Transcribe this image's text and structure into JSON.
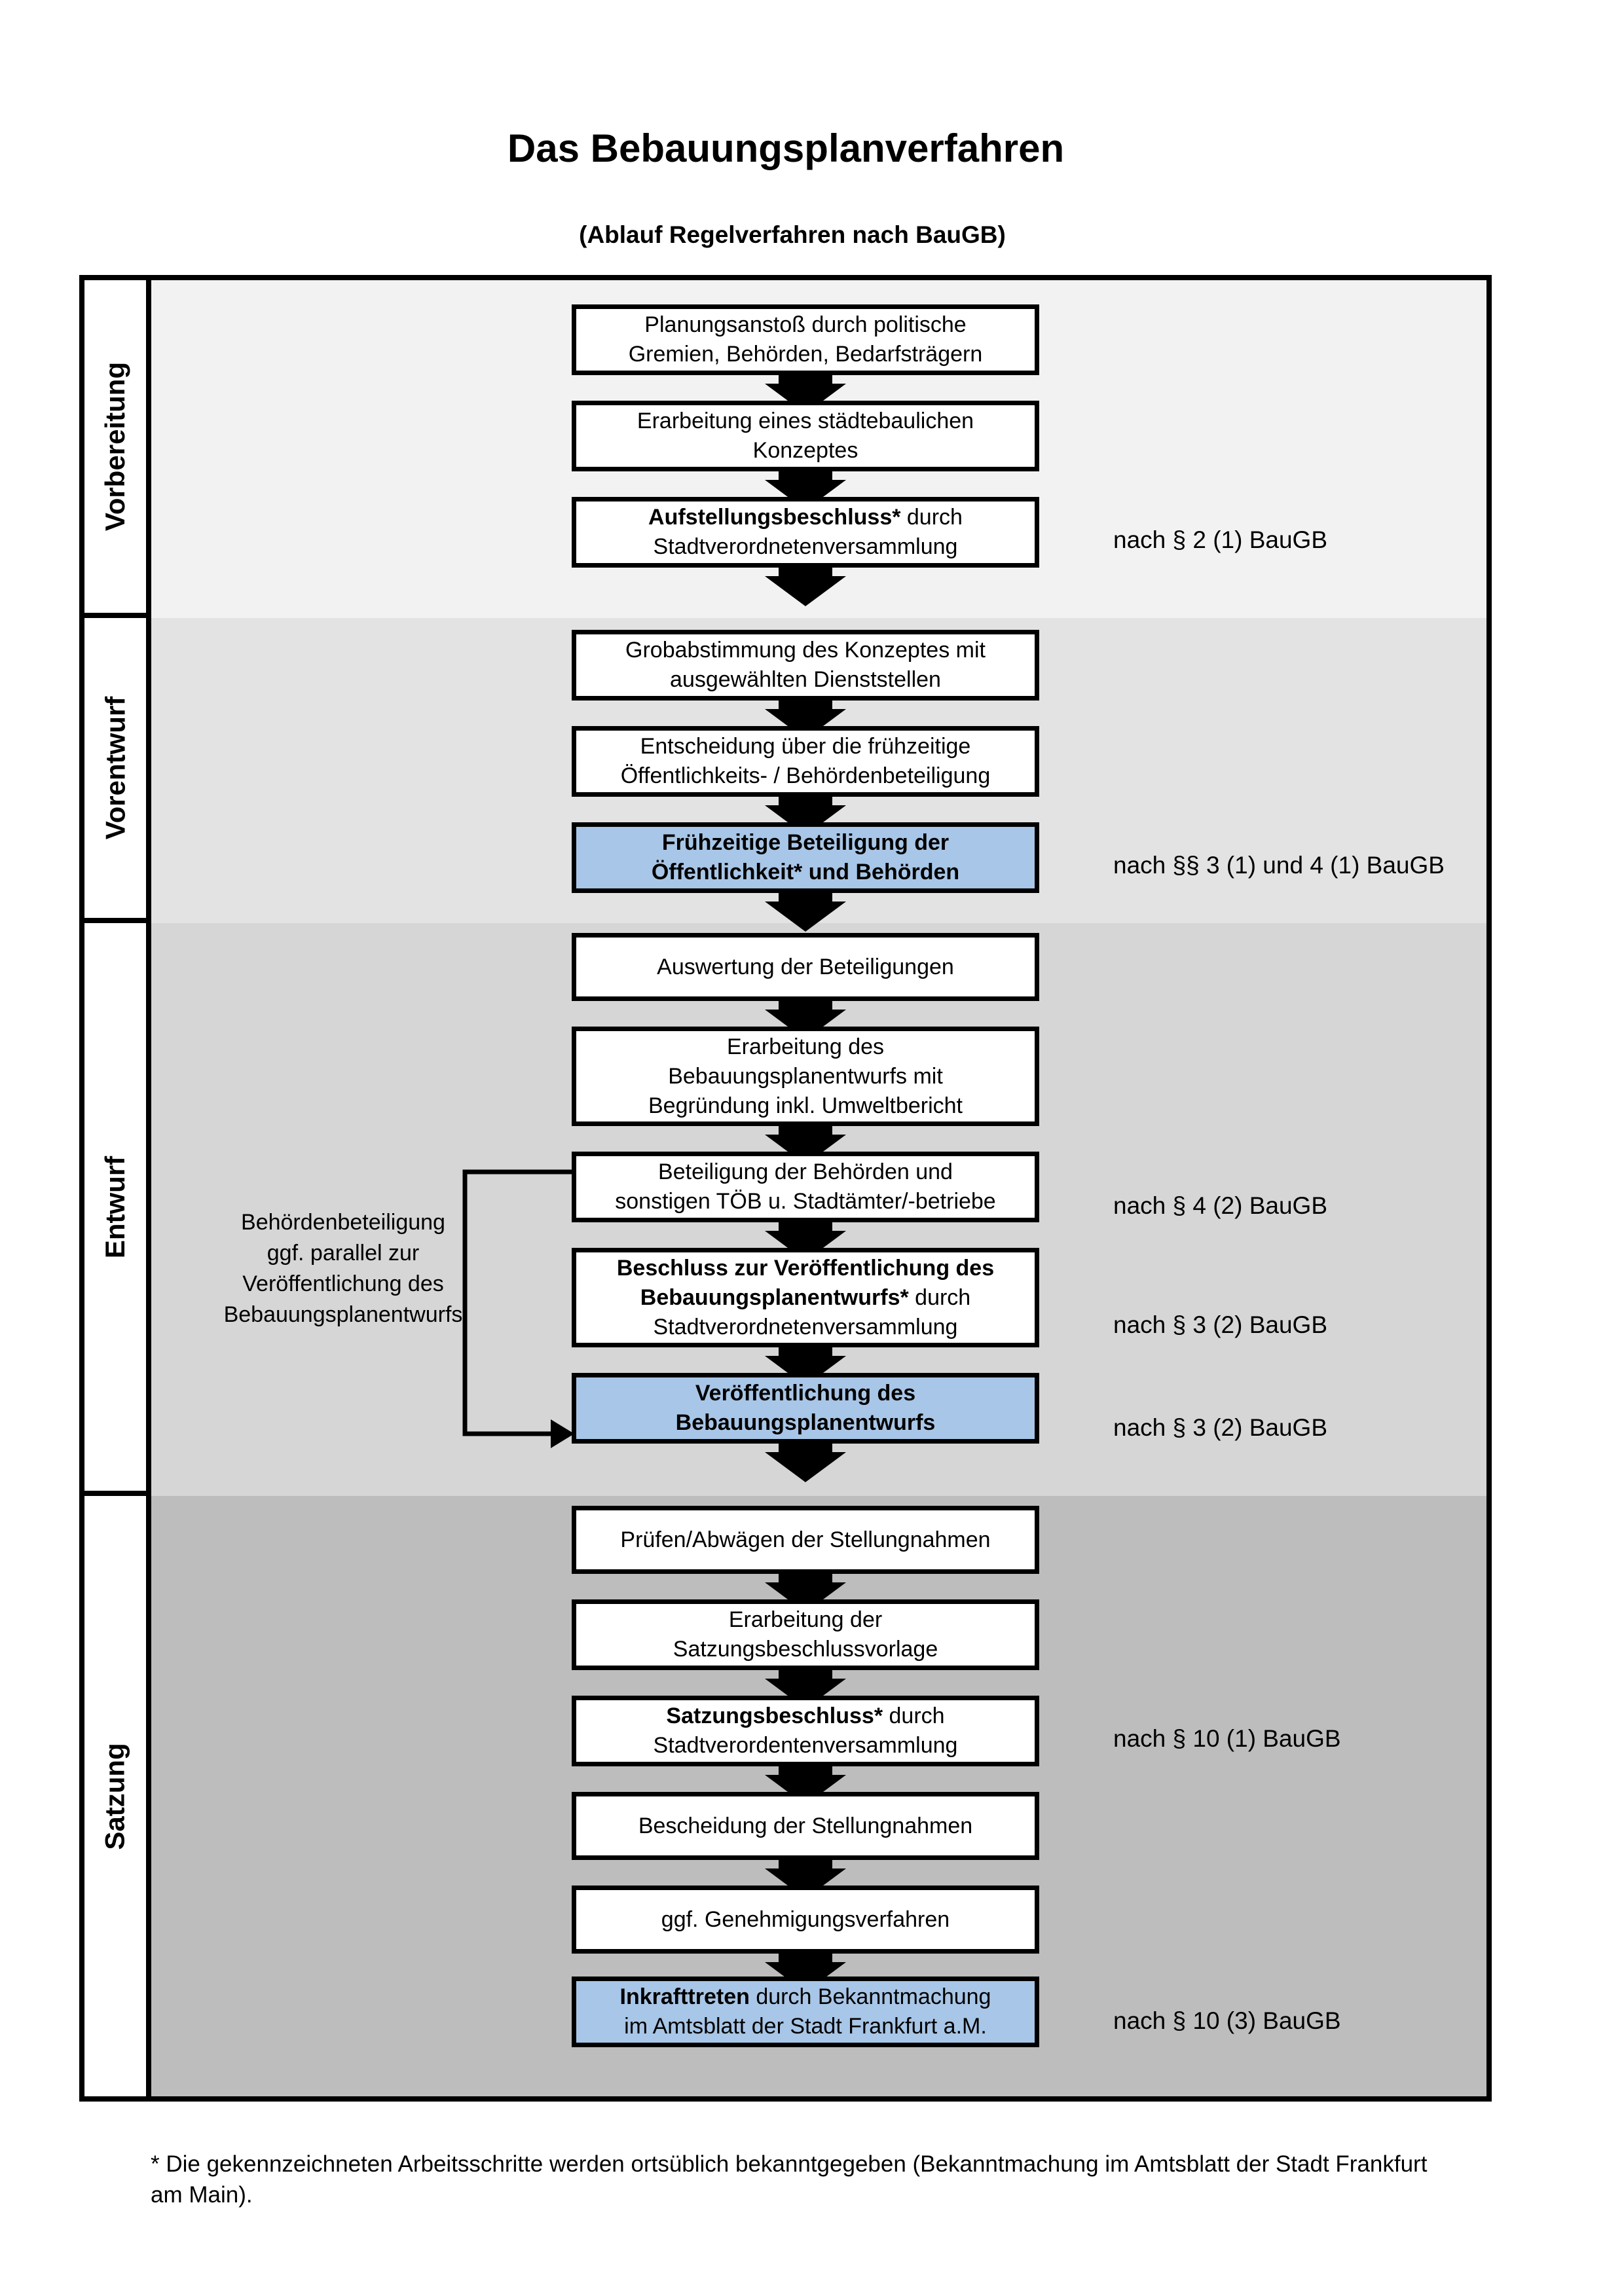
{
  "title": "Das Bebauungsplanverfahren",
  "subtitle": "(Ablauf Regelverfahren nach BauGB)",
  "colors": {
    "highlight_box": "#a8c6e7",
    "band_vorbereitung": "#f2f2f2",
    "band_vorentwurf": "#e3e3e3",
    "band_entwurf": "#d6d6d6",
    "band_satzung": "#bdbdbd",
    "box_border": "#000000",
    "text": "#000000"
  },
  "phases": [
    {
      "label": "Vorbereitung"
    },
    {
      "label": "Vorentwurf"
    },
    {
      "label": "Entwurf"
    },
    {
      "label": "Satzung"
    }
  ],
  "steps": [
    {
      "highlight": false,
      "ref": null,
      "lines": [
        [
          {
            "t": "Planungsanstoß durch politische",
            "b": false
          }
        ],
        [
          {
            "t": "Gremien, Behörden, Bedarfsträgern",
            "b": false
          }
        ]
      ]
    },
    {
      "highlight": false,
      "ref": null,
      "lines": [
        [
          {
            "t": "Erarbeitung eines städtebaulichen",
            "b": false
          }
        ],
        [
          {
            "t": "Konzeptes",
            "b": false
          }
        ]
      ]
    },
    {
      "highlight": false,
      "ref": "nach § 2 (1) BauGB",
      "lines": [
        [
          {
            "t": "Aufstellungsbeschluss*",
            "b": true
          },
          {
            "t": " durch",
            "b": false
          }
        ],
        [
          {
            "t": "Stadtverordnetenversammlung",
            "b": false
          }
        ]
      ]
    },
    {
      "highlight": false,
      "ref": null,
      "lines": [
        [
          {
            "t": "Grobabstimmung des Konzeptes mit",
            "b": false
          }
        ],
        [
          {
            "t": "ausgewählten Dienststellen",
            "b": false
          }
        ]
      ]
    },
    {
      "highlight": false,
      "ref": null,
      "lines": [
        [
          {
            "t": "Entscheidung über die frühzeitige",
            "b": false
          }
        ],
        [
          {
            "t": "Öffentlichkeits- / Behördenbeteiligung",
            "b": false
          }
        ]
      ]
    },
    {
      "highlight": true,
      "ref": "nach §§ 3 (1) und 4 (1) BauGB",
      "lines": [
        [
          {
            "t": "Frühzeitige Beteiligung der",
            "b": true
          }
        ],
        [
          {
            "t": "Öffentlichkeit* und Behörden",
            "b": true
          }
        ]
      ]
    },
    {
      "highlight": false,
      "ref": null,
      "lines": [
        [
          {
            "t": "Auswertung der Beteiligungen",
            "b": false
          }
        ]
      ]
    },
    {
      "highlight": false,
      "ref": null,
      "lines": [
        [
          {
            "t": "Erarbeitung des",
            "b": false
          }
        ],
        [
          {
            "t": "Bebauungsplanentwurfs mit",
            "b": false
          }
        ],
        [
          {
            "t": "Begründung inkl. Umweltbericht",
            "b": false
          }
        ]
      ]
    },
    {
      "highlight": false,
      "ref": "nach § 4 (2) BauGB",
      "lines": [
        [
          {
            "t": "Beteiligung der Behörden und",
            "b": false
          }
        ],
        [
          {
            "t": "sonstigen TÖB u. Stadtämter/-betriebe",
            "b": false
          }
        ]
      ]
    },
    {
      "highlight": false,
      "ref": "nach § 3 (2) BauGB",
      "lines": [
        [
          {
            "t": "Beschluss zur Veröffentlichung des",
            "b": true
          }
        ],
        [
          {
            "t": "Bebauungsplanentwurfs*",
            "b": true
          },
          {
            "t": " durch",
            "b": false
          }
        ],
        [
          {
            "t": "Stadtverordnetenversammlung",
            "b": false
          }
        ]
      ]
    },
    {
      "highlight": true,
      "ref": "nach § 3 (2) BauGB",
      "lines": [
        [
          {
            "t": "Veröffentlichung des",
            "b": true
          }
        ],
        [
          {
            "t": "Bebauungsplanentwurfs",
            "b": true
          }
        ]
      ]
    },
    {
      "highlight": false,
      "ref": null,
      "lines": [
        [
          {
            "t": "Prüfen/Abwägen der Stellungnahmen",
            "b": false
          }
        ]
      ]
    },
    {
      "highlight": false,
      "ref": null,
      "lines": [
        [
          {
            "t": "Erarbeitung der",
            "b": false
          }
        ],
        [
          {
            "t": "Satzungsbeschlussvorlage",
            "b": false
          }
        ]
      ]
    },
    {
      "highlight": false,
      "ref": "nach § 10 (1) BauGB",
      "lines": [
        [
          {
            "t": "Satzungsbeschluss*",
            "b": true
          },
          {
            "t": " durch",
            "b": false
          }
        ],
        [
          {
            "t": "Stadtverordentenversammlung",
            "b": false
          }
        ]
      ]
    },
    {
      "highlight": false,
      "ref": null,
      "lines": [
        [
          {
            "t": "Bescheidung der Stellungnahmen",
            "b": false
          }
        ]
      ]
    },
    {
      "highlight": false,
      "ref": null,
      "lines": [
        [
          {
            "t": "ggf. Genehmigungsverfahren",
            "b": false
          }
        ]
      ]
    },
    {
      "highlight": true,
      "ref": "nach § 10 (3) BauGB",
      "lines": [
        [
          {
            "t": "Inkrafttreten",
            "b": true
          },
          {
            "t": " durch Bekanntmachung",
            "b": false
          }
        ],
        [
          {
            "t": "im Amtsblatt der Stadt Frankfurt a.M.",
            "b": false
          }
        ]
      ]
    }
  ],
  "side_note": {
    "lines": [
      "Behördenbeteiligung",
      "ggf. parallel zur",
      "Veröffentlichung des",
      "Bebauungsplanentwurfs"
    ]
  },
  "footnote": "* Die gekennzeichneten Arbeitsschritte werden ortsüblich bekanntgegeben (Bekanntmachung im Amtsblatt  der Stadt Frankfurt am Main)."
}
